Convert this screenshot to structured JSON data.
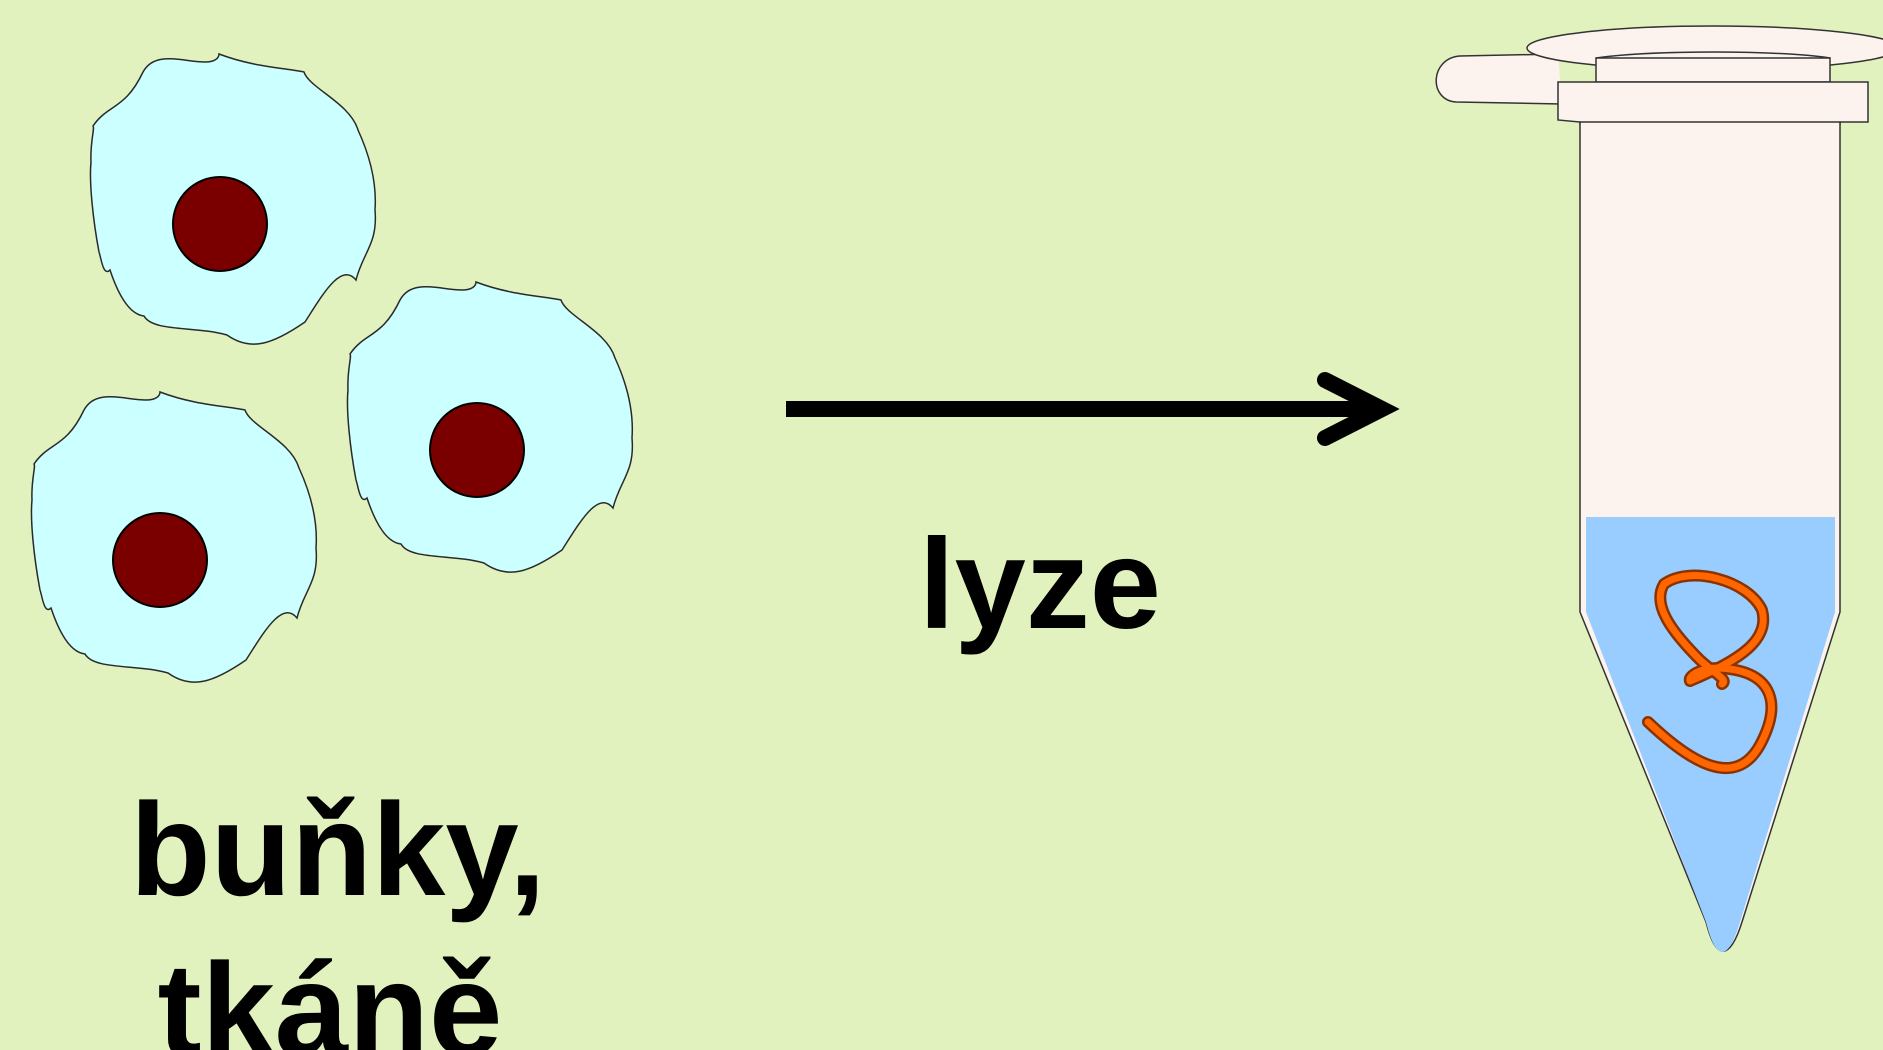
{
  "cells_label": {
    "line1": "buňky,",
    "line2": "tkáně"
  },
  "process_label": "lyze",
  "colors": {
    "background": "#e2f2be",
    "cell_body": "#ccffff",
    "nucleus": "#7a0000",
    "tube_body": "#fdf3ee",
    "liquid": "#99ccff",
    "dna_strand": "#ff6600",
    "arrow": "#000000"
  }
}
